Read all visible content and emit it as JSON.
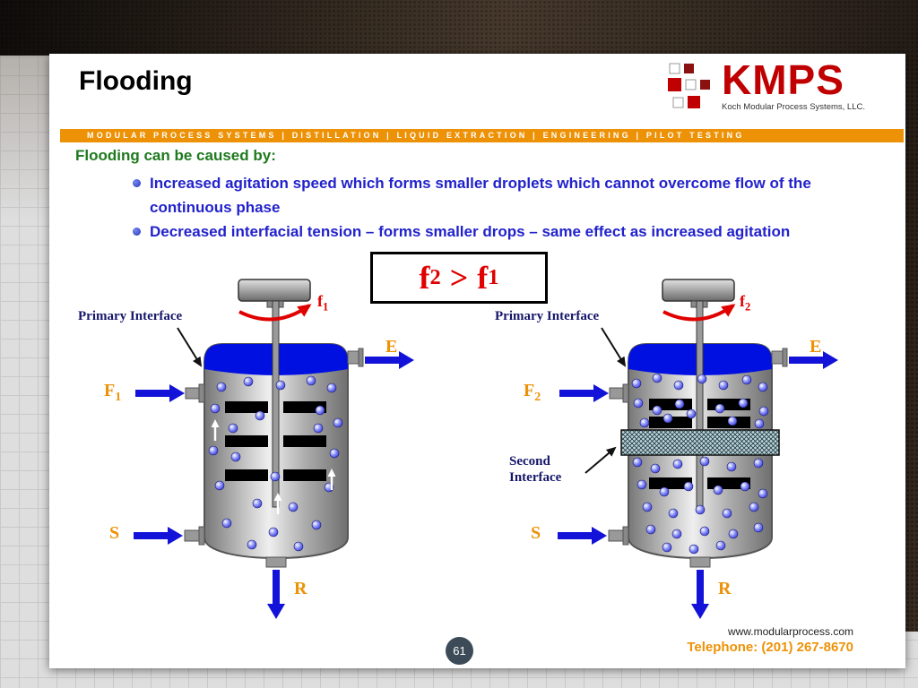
{
  "slide": {
    "title": "Flooding",
    "page_number": "61"
  },
  "logo": {
    "name": "KMPS",
    "subtitle": "Koch Modular Process Systems, LLC."
  },
  "banner": {
    "text": "MODULAR PROCESS SYSTEMS | DISTILLATION | LIQUID EXTRACTION | ENGINEERING | PILOT TESTING"
  },
  "content": {
    "heading": "Flooding can be caused by:",
    "bullets": [
      "Increased agitation speed which forms smaller droplets which cannot overcome flow of the continuous phase",
      "Decreased interfacial tension – forms smaller drops – same effect as increased agitation"
    ]
  },
  "formula": {
    "lhs_base": "f",
    "lhs_sub": "2",
    "operator": ">",
    "rhs_base": "f",
    "rhs_sub": "1"
  },
  "diagram_left": {
    "primary_interface": "Primary Interface",
    "agitation_base": "f",
    "agitation_sub": "1",
    "feed_base": "F",
    "feed_sub": "1",
    "extract": "E",
    "solvent": "S",
    "raffinate": "R"
  },
  "diagram_right": {
    "primary_interface": "Primary Interface",
    "second_interface": "Second Interface",
    "agitation_base": "f",
    "agitation_sub": "2",
    "feed_base": "F",
    "feed_sub": "2",
    "extract": "E",
    "solvent": "S",
    "raffinate": "R"
  },
  "footer": {
    "website": "www.modularprocess.com",
    "phone": "Telephone: (201) 267-8670"
  },
  "colors": {
    "accent_orange": "#ED9207",
    "bullet_blue": "#2222CC",
    "heading_green": "#1E7A1E",
    "formula_red": "#E00000",
    "label_navy": "#16166B",
    "arrow_blue": "#1212D8",
    "logo_red": "#C00000"
  }
}
